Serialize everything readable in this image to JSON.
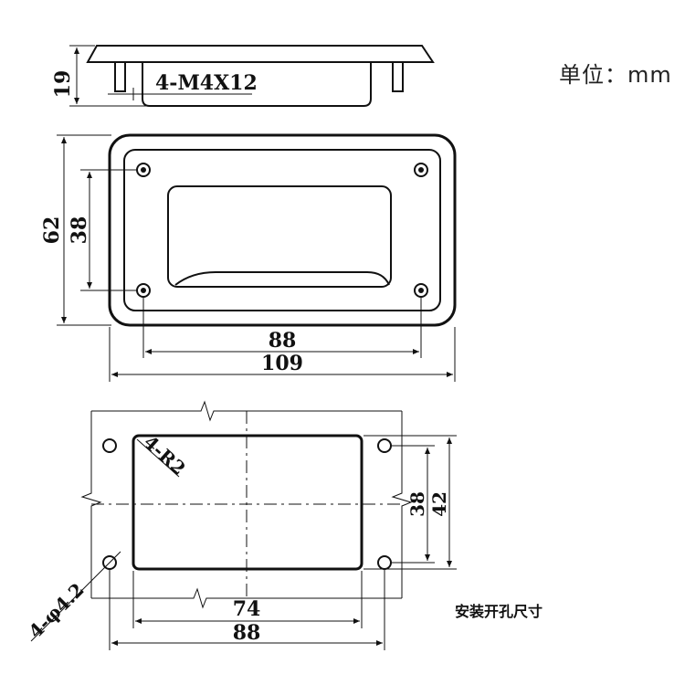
{
  "unit_label": "单位：mm",
  "cutout_label": "安装开孔尺寸",
  "side_view": {
    "height_dim": "19",
    "screw_note": "4-M4X12"
  },
  "top_view": {
    "height_outer_dim": "62",
    "height_hole_dim": "38",
    "width_hole_dim": "88",
    "width_outer_dim": "109"
  },
  "cutout_view": {
    "corner_radius_note": "4-R2",
    "hole_note": "4-φ4.2",
    "hole_vertical_dim": "38",
    "opening_vertical_dim": "42",
    "opening_width_dim": "74",
    "hole_width_dim": "88"
  }
}
